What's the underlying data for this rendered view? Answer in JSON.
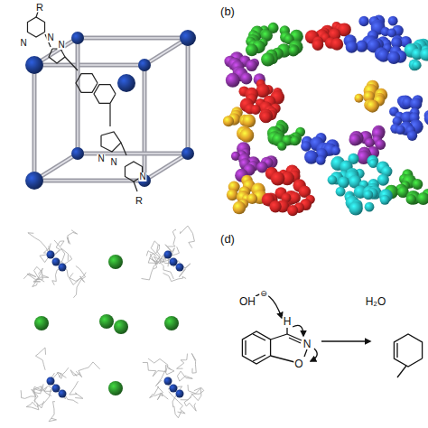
{
  "diagram": {
    "labels": [
      "R",
      "N",
      "N",
      "N",
      "(b)",
      "N",
      "N",
      "N",
      "R",
      "(d)",
      "OH",
      "⊖",
      "H",
      "N",
      "O",
      "H₂O"
    ]
  }
}
